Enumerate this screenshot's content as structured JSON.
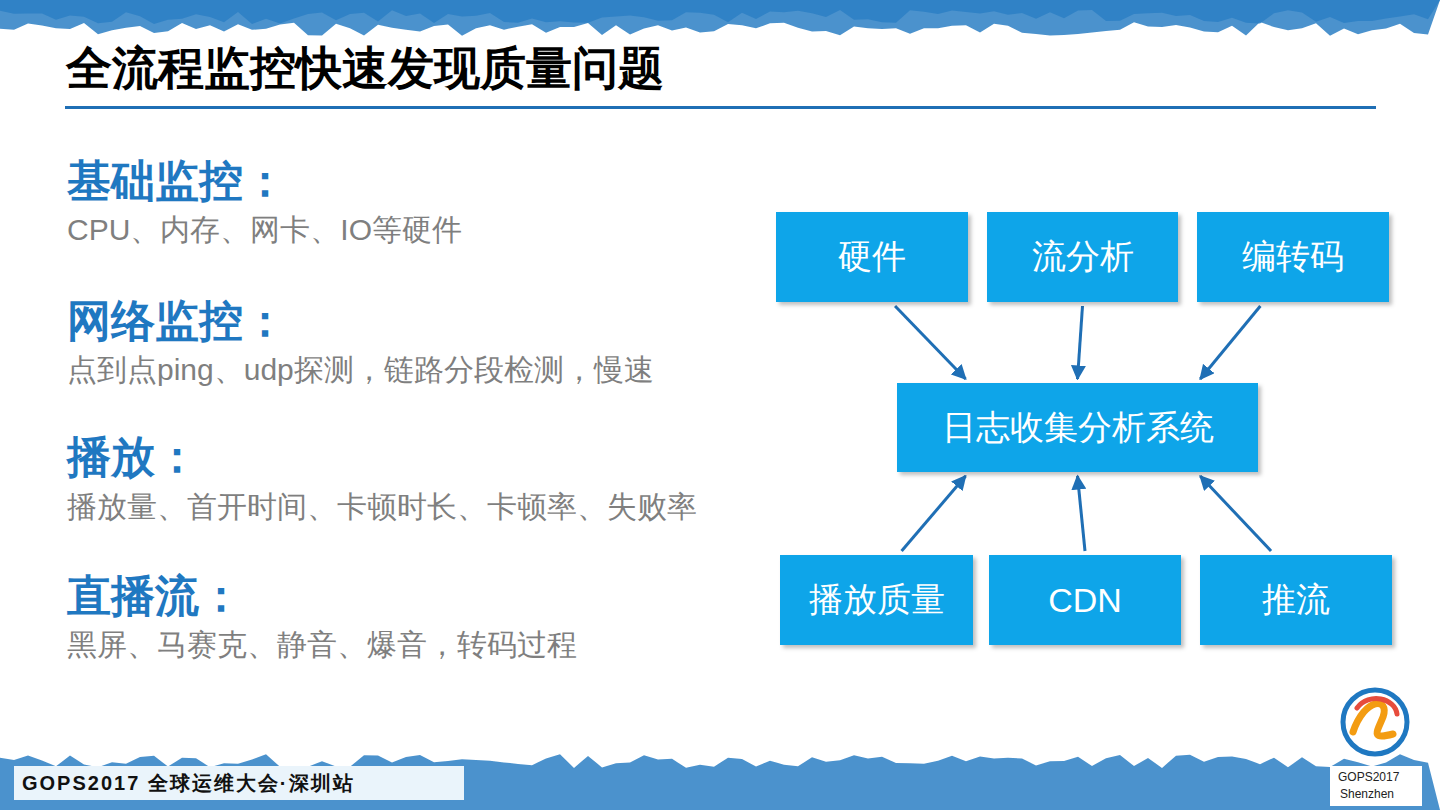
{
  "diagram": {
    "title": "全流程监控快速发现质量问题",
    "nodes": [
      {
        "text": [
          "硬件"
        ]
      },
      {
        "text": [
          "流分析"
        ]
      },
      {
        "text": [
          "编转码"
        ]
      },
      {
        "text": [
          "日志收集分析系统"
        ]
      },
      {
        "text": [
          "播放质量"
        ]
      },
      {
        "text": [
          "CDN"
        ]
      },
      {
        "text": [
          "推流"
        ]
      }
    ],
    "edges": [
      {
        "from": 0,
        "to": 3,
        "arrow": "to"
      },
      {
        "from": 1,
        "to": 3,
        "arrow": "to"
      },
      {
        "from": 2,
        "to": 3,
        "arrow": "to"
      },
      {
        "from": 4,
        "to": 3,
        "arrow": "to"
      },
      {
        "from": 5,
        "to": 3,
        "arrow": "to"
      },
      {
        "from": 6,
        "to": 3,
        "arrow": "to"
      }
    ],
    "labels": [
      "基础监控：",
      "CPU、内存、网卡、IO等硬件",
      "网络监控：",
      "点到点ping、udp探测，链路分段检测，慢速",
      "播放：",
      "播放量、首开时间、卡顿时长、卡顿率、失败率",
      "直播流：",
      "黑屏、马赛克、静音、爆音，转码过程",
      "GOPS2017 全球运维大会·深圳站",
      "GOPS2017",
      "Shenzhen"
    ]
  }
}
